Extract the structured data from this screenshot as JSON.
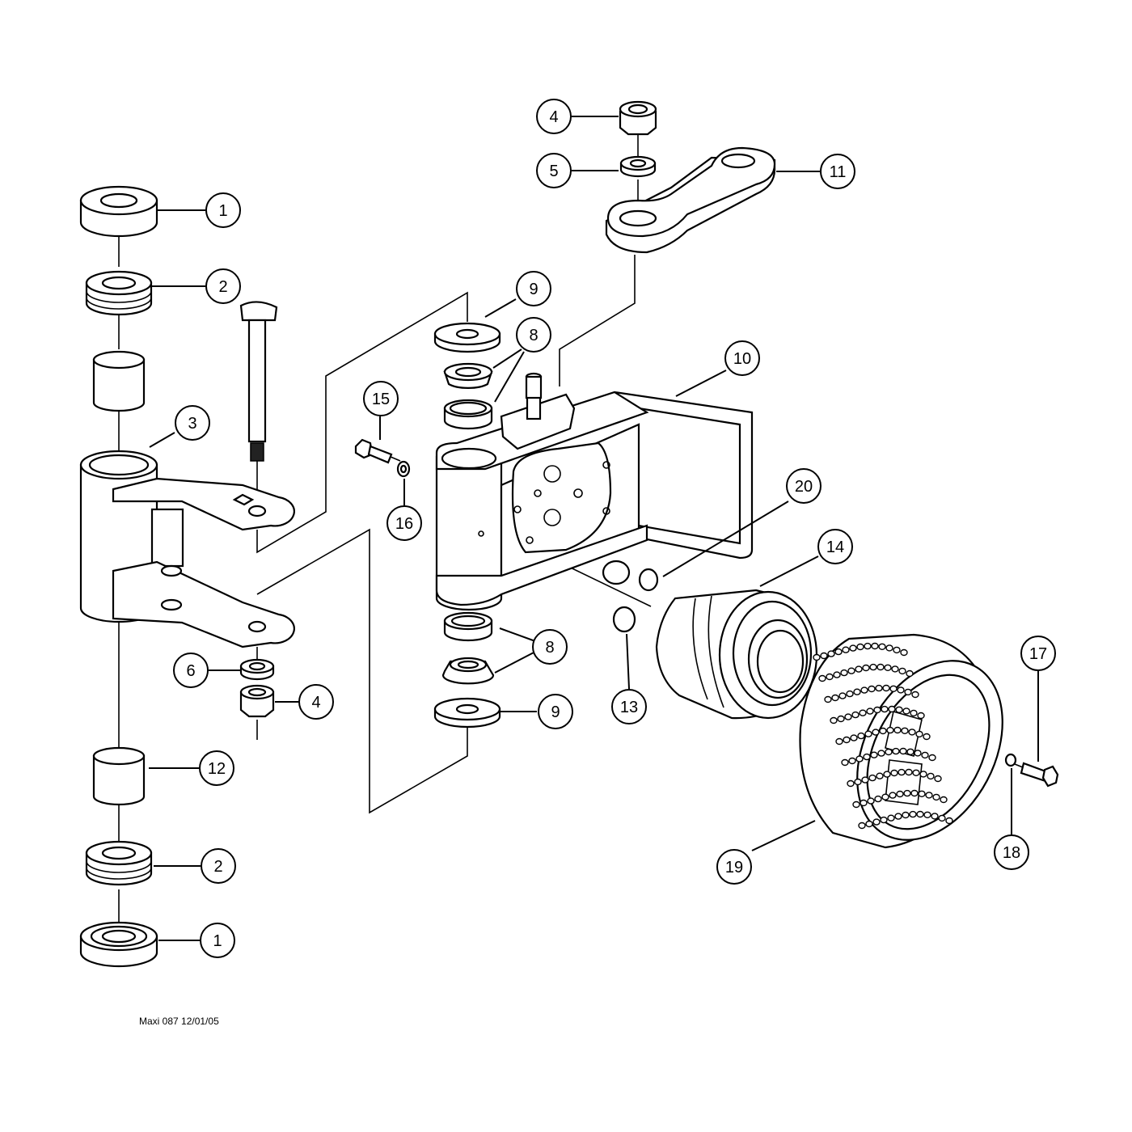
{
  "footer_text": "Maxi 087 12/01/05",
  "callouts": [
    {
      "label": "1"
    },
    {
      "label": "2"
    },
    {
      "label": "3"
    },
    {
      "label": "4"
    },
    {
      "label": "5"
    },
    {
      "label": "11"
    },
    {
      "label": "9"
    },
    {
      "label": "8"
    },
    {
      "label": "10"
    },
    {
      "label": "15"
    },
    {
      "label": "16"
    },
    {
      "label": "20"
    },
    {
      "label": "14"
    },
    {
      "label": "6"
    },
    {
      "label": "4"
    },
    {
      "label": "8"
    },
    {
      "label": "9"
    },
    {
      "label": "13"
    },
    {
      "label": "17"
    },
    {
      "label": "12"
    },
    {
      "label": "2"
    },
    {
      "label": "1"
    },
    {
      "label": "19"
    },
    {
      "label": "18"
    }
  ]
}
